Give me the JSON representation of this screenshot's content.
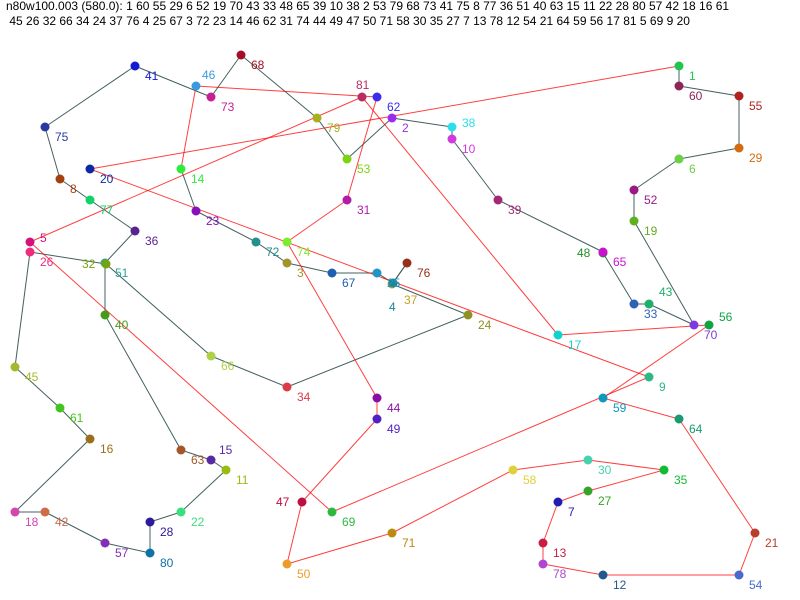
{
  "header": {
    "line1": "n80w100.003 (580.0): 1 60 55 29 6 52 19 70 43 33 48 65 39 10 38 2 53 79 68 73 41 75 8 77 36 51 40 63 15 11 22 28 80 57 42 18 16 61",
    "line2": " 45 26 32 66 34 24 37 76 4 25 67 3 72 23 14 46 62 31 74 44 49 47 50 71 58 30 35 27 7 13 78 12 54 21 64 59 56 17 81 5 69 9 20"
  },
  "tour": [
    1,
    60,
    55,
    29,
    6,
    52,
    19,
    70,
    43,
    33,
    48,
    65,
    39,
    10,
    38,
    2,
    53,
    79,
    68,
    73,
    41,
    75,
    8,
    77,
    36,
    51,
    40,
    63,
    15,
    11,
    22,
    28,
    80,
    57,
    42,
    18,
    16,
    61,
    45,
    26,
    32,
    66,
    34,
    24,
    37,
    76,
    4,
    25,
    67,
    3,
    72,
    23,
    14,
    46,
    62,
    31,
    74,
    44,
    49,
    47,
    50,
    71,
    58,
    30,
    35,
    27,
    7,
    13,
    78,
    12,
    54,
    21,
    64,
    59,
    56,
    17,
    81,
    5,
    69,
    9,
    20
  ],
  "colors": {
    "edge_primary": "#2f4f4f",
    "edge_secondary": "#ff0000"
  }
}
